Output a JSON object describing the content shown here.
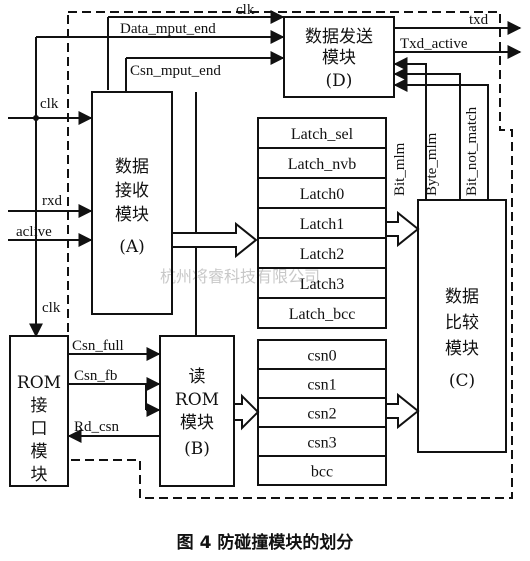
{
  "signals": {
    "clk_top": "clk",
    "data_mput_end": "Data_mput_end",
    "csn_mput_end": "Csn_mput_end",
    "txd": "txd",
    "txd_active": "Txd_active",
    "clk_left": "clk",
    "rxd": "rxd",
    "aclive": "aclive",
    "clk_rom": "clk",
    "csn_full": "Csn_full",
    "csn_fb": "Csn_fb",
    "rd_csn": "Rd_csn",
    "bit_mlm": "Bit_mlm",
    "byte_mlm": "Byte_mlm",
    "bit_not_match": "Bit_not_match"
  },
  "modules": {
    "send": {
      "l1": "数据发送",
      "l2": "模块",
      "l3": "(D)"
    },
    "receive": {
      "l1": "数据",
      "l2": "接收",
      "l3": "模块",
      "l4": "(A)"
    },
    "compare": {
      "l1": "数据",
      "l2": "比较",
      "l3": "模块",
      "l4": "(C)"
    },
    "read_rom": {
      "l1": "读",
      "l2": "ROM",
      "l3": "模块",
      "l4": "(B)"
    },
    "rom_if": {
      "l1": "ROM",
      "l2": "接",
      "l3": "口",
      "l4": "模",
      "l5": "块"
    }
  },
  "latch_registers": [
    "Latch_sel",
    "Latch_nvb",
    "Latch0",
    "Latch1",
    "Latch2",
    "Latch3",
    "Latch_bcc"
  ],
  "csn_registers": [
    "csn0",
    "csn1",
    "csn2",
    "csn3",
    "bcc"
  ],
  "watermark": "杭州将睿科技有限公司",
  "caption": "图 4    防碰撞模块的划分"
}
